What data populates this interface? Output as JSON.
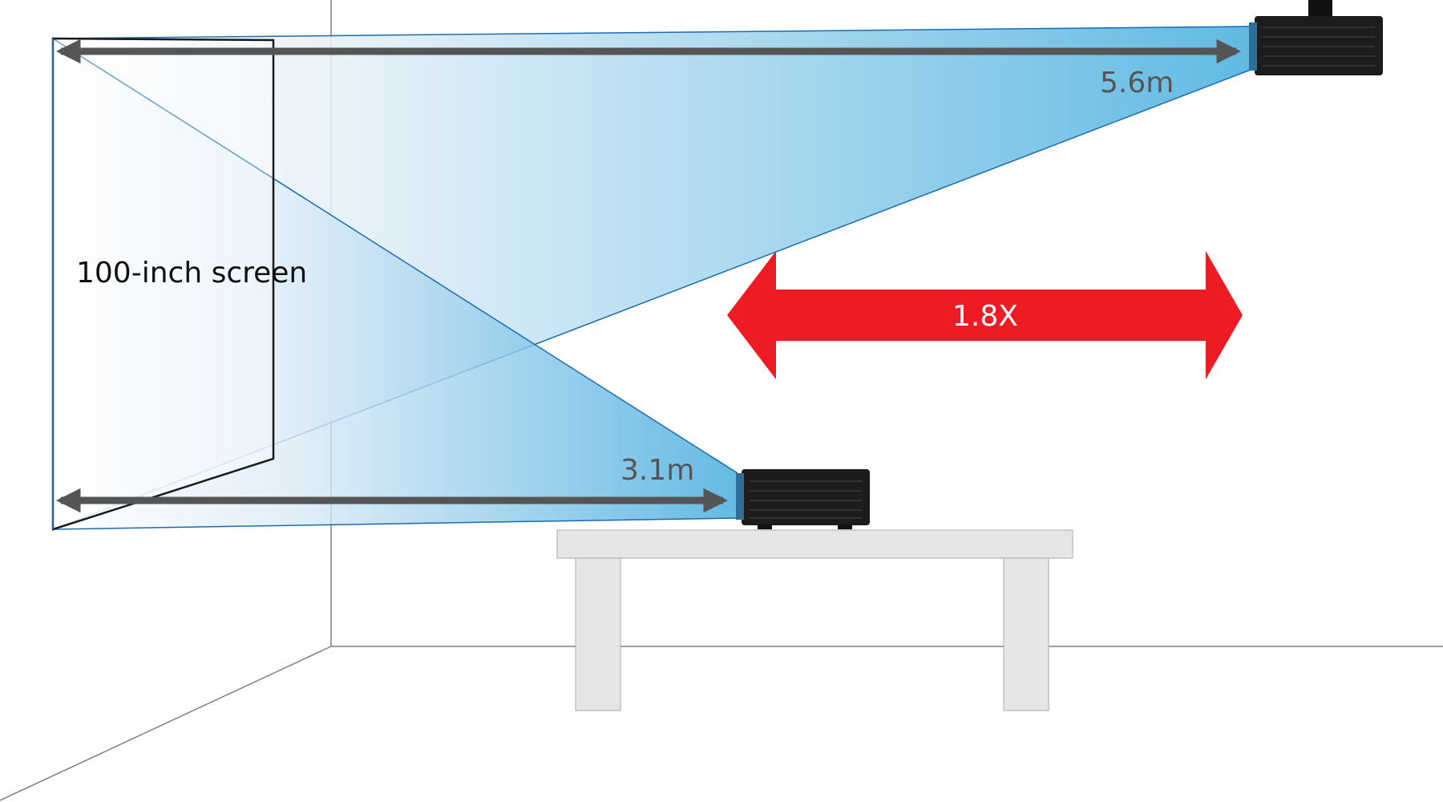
{
  "labels": {
    "screen": "100-inch screen",
    "far_distance": "5.6m",
    "near_distance": "3.1m",
    "zoom_ratio": "1.8X"
  },
  "colors": {
    "beam_light": "#e4f0f8",
    "beam_dark": "#45aede",
    "beam_edge": "#1a6bb3",
    "zoom_arrow": "#ed1c24",
    "distance_arrow": "#555555",
    "table": "#e6e6e6",
    "projector": "#1a1a1a",
    "room_lines": "#7f7f7f"
  },
  "icons": {
    "far_projector": "ceiling-projector-icon",
    "near_projector": "table-projector-icon"
  }
}
